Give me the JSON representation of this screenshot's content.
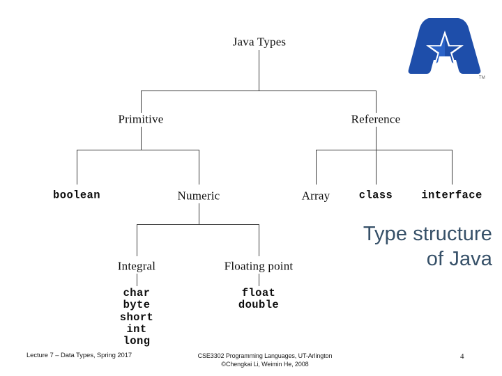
{
  "slide": {
    "page_number": "4",
    "caption_line1": "Type structure",
    "caption_line2": "of Java",
    "caption_color": "#365068"
  },
  "logo": {
    "name": "uta-logo",
    "letter": "A",
    "trademark": "TM",
    "brand_blue": "#1e4eaa",
    "star_outline": "#ffffff"
  },
  "diagram": {
    "type": "tree",
    "title": "Java Types hierarchy",
    "nodes": {
      "root": "Java Types",
      "primitive": "Primitive",
      "reference": "Reference",
      "boolean": "boolean",
      "numeric": "Numeric",
      "array": "Array",
      "class": "class",
      "interface": "interface",
      "integral": "Integral",
      "floating_point": "Floating point"
    },
    "integral_types": [
      "char",
      "byte",
      "short",
      "int",
      "long"
    ],
    "floating_types": [
      "float",
      "double"
    ]
  },
  "footer": {
    "left": "Lecture 7 – Data Types, Spring 2017",
    "center_line1": "CSE3302 Programming Languages, UT-Arlington",
    "center_line2": "©Chengkai Li, Weimin He, 2008",
    "page": "4"
  }
}
